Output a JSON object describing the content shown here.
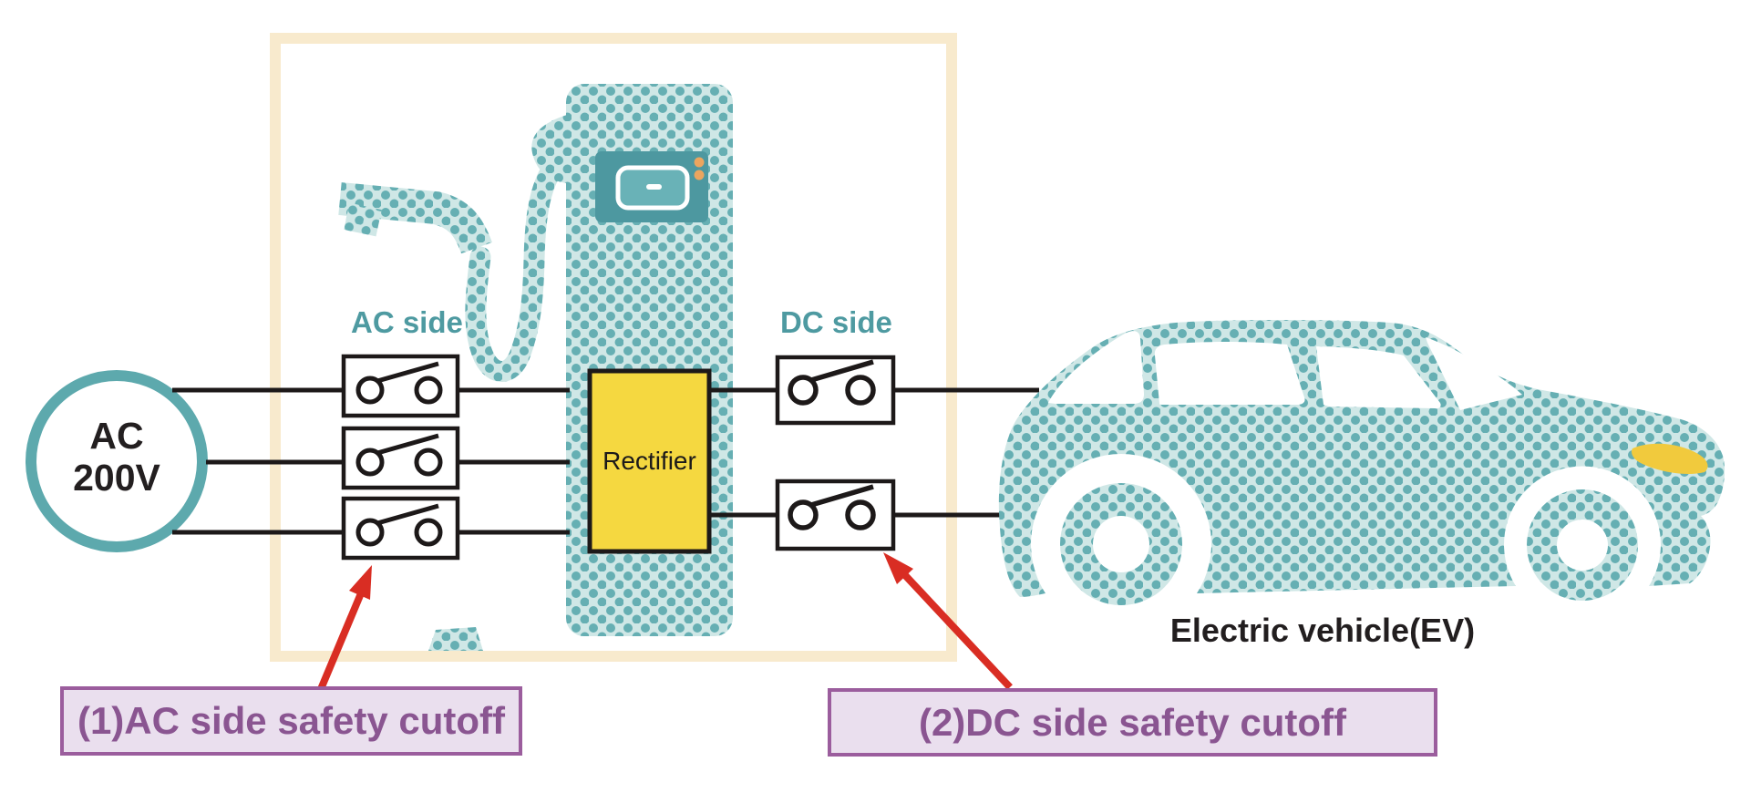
{
  "diagram": {
    "title_context": "EV charging safety cutoff diagram",
    "source": {
      "line1": "AC",
      "line2": "200V"
    },
    "ac_side_label": "AC side",
    "dc_side_label": "DC side",
    "rectifier_label": "Rectifier",
    "ev_label": "Electric vehicle(EV)",
    "callout_1": "(1)AC side safety cutoff",
    "callout_2": "(2)DC side safety cutoff",
    "switches": {
      "ac_side_count": 3,
      "dc_side_count": 2
    }
  },
  "colors": {
    "teal_text": "#4e9aa1",
    "teal_ring": "#5da9ad",
    "teal_dot": "#66afb3",
    "teal_light": "#cfe7e6",
    "screen_dark": "#4d98a0",
    "screen_inner": "#69b2b7",
    "accent_orange": "#eba55f",
    "frame_beige": "#f8eacd",
    "rectifier_yellow": "#f5d840",
    "headlight_yellow": "#f1ca3d",
    "wire_black": "#1d1919",
    "arrow_red": "#d92d23",
    "callout_border": "#9b5d9d",
    "callout_bg": "#eadfee",
    "callout_text": "#8a5591"
  }
}
